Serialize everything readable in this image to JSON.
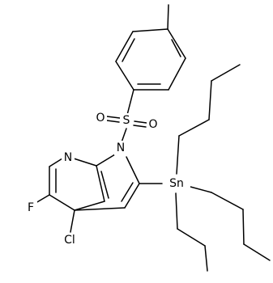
{
  "structure": {
    "atom_labels": {
      "sulfur": "S",
      "oxygen_left": "O",
      "oxygen_right": "O",
      "pyrrole_nitrogen": "N",
      "pyridine_nitrogen": "N",
      "tin": "Sn",
      "fluorine": "F",
      "chlorine": "Cl"
    },
    "colors": {
      "bond": "#000000",
      "label": "#000000",
      "background": "#ffffff"
    }
  }
}
